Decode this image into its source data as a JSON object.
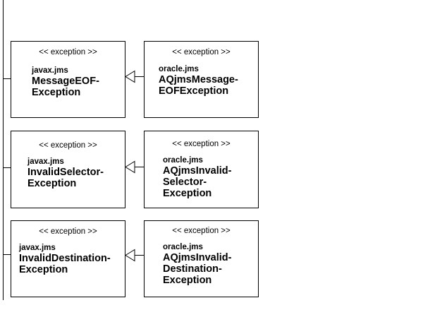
{
  "diagram": {
    "rows": [
      {
        "parent": {
          "stereotype": "<< exception >>",
          "package": "javax.jms",
          "name_lines": [
            "MessageEOF-",
            "Exception"
          ]
        },
        "child": {
          "stereotype": "<< exception >>",
          "package": "oracle.jms",
          "name_lines": [
            "AQjmsMessage-",
            "EOFException"
          ]
        }
      },
      {
        "parent": {
          "stereotype": "<< exception >>",
          "package": "javax.jms",
          "name_lines": [
            "InvalidSelector-",
            "Exception"
          ]
        },
        "child": {
          "stereotype": "<< exception >>",
          "package": "oracle.jms",
          "name_lines": [
            "AQjmsInvalid-",
            "Selector-",
            "Exception"
          ]
        }
      },
      {
        "parent": {
          "stereotype": "<< exception >>",
          "package": "javax.jms",
          "name_lines": [
            "InvalidDestination-",
            "Exception"
          ]
        },
        "child": {
          "stereotype": "<< exception >>",
          "package": "oracle.jms",
          "name_lines": [
            "AQjmsInvalid-",
            "Destination-",
            "Exception"
          ]
        }
      }
    ],
    "line_color": "#000000"
  }
}
